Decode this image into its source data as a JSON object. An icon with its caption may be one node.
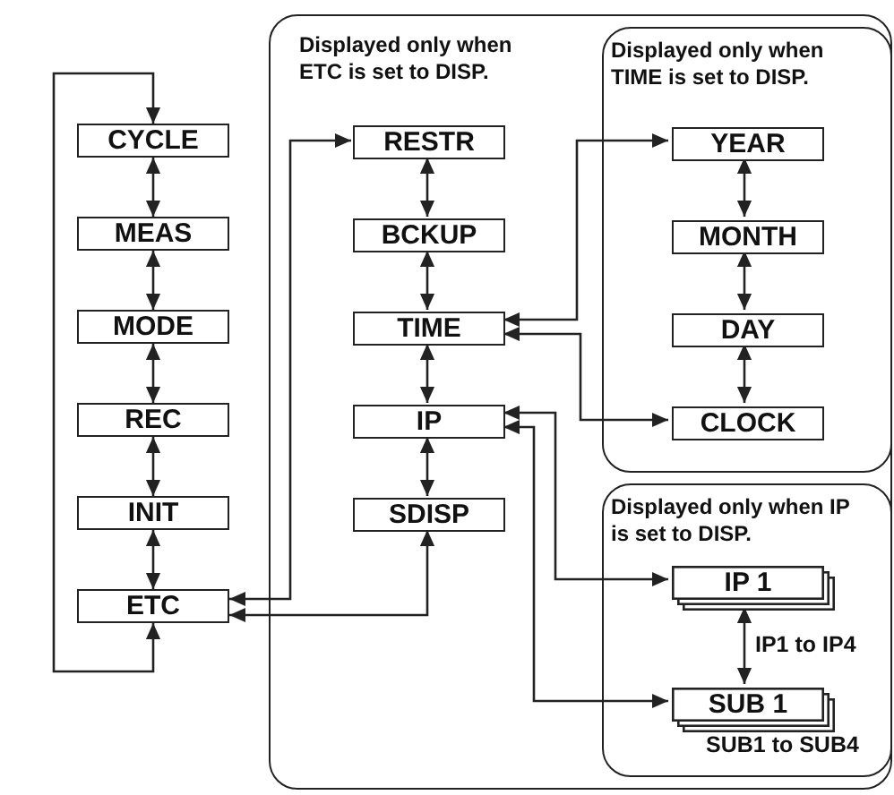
{
  "diagram": {
    "nodes": [
      {
        "text": [
          "CYCLE"
        ]
      },
      {
        "text": [
          "MEAS"
        ]
      },
      {
        "text": [
          "MODE"
        ]
      },
      {
        "text": [
          "REC"
        ]
      },
      {
        "text": [
          "INIT"
        ]
      },
      {
        "text": [
          "ETC"
        ]
      },
      {
        "text": [
          "Displayed only when ETC is set to DISP."
        ]
      },
      {
        "text": [
          "RESTR"
        ],
        "in": 6
      },
      {
        "text": [
          "BCKUP"
        ],
        "in": 6
      },
      {
        "text": [
          "TIME"
        ],
        "in": 6
      },
      {
        "text": [
          "IP"
        ],
        "in": 6
      },
      {
        "text": [
          "SDISP"
        ],
        "in": 6
      },
      {
        "text": [
          "Displayed only when TIME is set to DISP."
        ],
        "in": 6
      },
      {
        "text": [
          "YEAR"
        ],
        "in": 12
      },
      {
        "text": [
          "MONTH"
        ],
        "in": 12
      },
      {
        "text": [
          "DAY"
        ],
        "in": 12
      },
      {
        "text": [
          "CLOCK"
        ],
        "in": 12
      },
      {
        "text": [
          "Displayed only when IP is set to DISP."
        ],
        "in": 6
      },
      {
        "text": [
          "IP 1"
        ],
        "in": 17
      },
      {
        "text": [
          "SUB 1"
        ],
        "in": 17,
        "beside": [
          "SUB1 to SUB4"
        ]
      }
    ],
    "edges": [
      {
        "from": 0,
        "to": 1,
        "arrow": "both"
      },
      {
        "from": 1,
        "to": 2,
        "arrow": "both"
      },
      {
        "from": 2,
        "to": 3,
        "arrow": "both"
      },
      {
        "from": 3,
        "to": 4,
        "arrow": "both"
      },
      {
        "from": 4,
        "to": 5,
        "arrow": "both"
      },
      {
        "from": 5,
        "to": 0,
        "arrow": "both"
      },
      {
        "from": 5,
        "to": 7,
        "arrow": "both"
      },
      {
        "from": 5,
        "to": 11,
        "arrow": "both"
      },
      {
        "from": 7,
        "to": 8,
        "arrow": "both"
      },
      {
        "from": 8,
        "to": 9,
        "arrow": "both"
      },
      {
        "from": 9,
        "to": 10,
        "arrow": "both"
      },
      {
        "from": 10,
        "to": 11,
        "arrow": "both"
      },
      {
        "from": 9,
        "to": 13,
        "arrow": "both"
      },
      {
        "from": 9,
        "to": 16,
        "arrow": "both"
      },
      {
        "from": 13,
        "to": 14,
        "arrow": "both"
      },
      {
        "from": 14,
        "to": 15,
        "arrow": "both"
      },
      {
        "from": 15,
        "to": 16,
        "arrow": "both"
      },
      {
        "from": 10,
        "to": 18,
        "arrow": "both"
      },
      {
        "from": 10,
        "to": 19,
        "arrow": "both"
      },
      {
        "from": 18,
        "to": 19,
        "arrow": "both",
        "label": "IP1 to IP4"
      }
    ]
  }
}
